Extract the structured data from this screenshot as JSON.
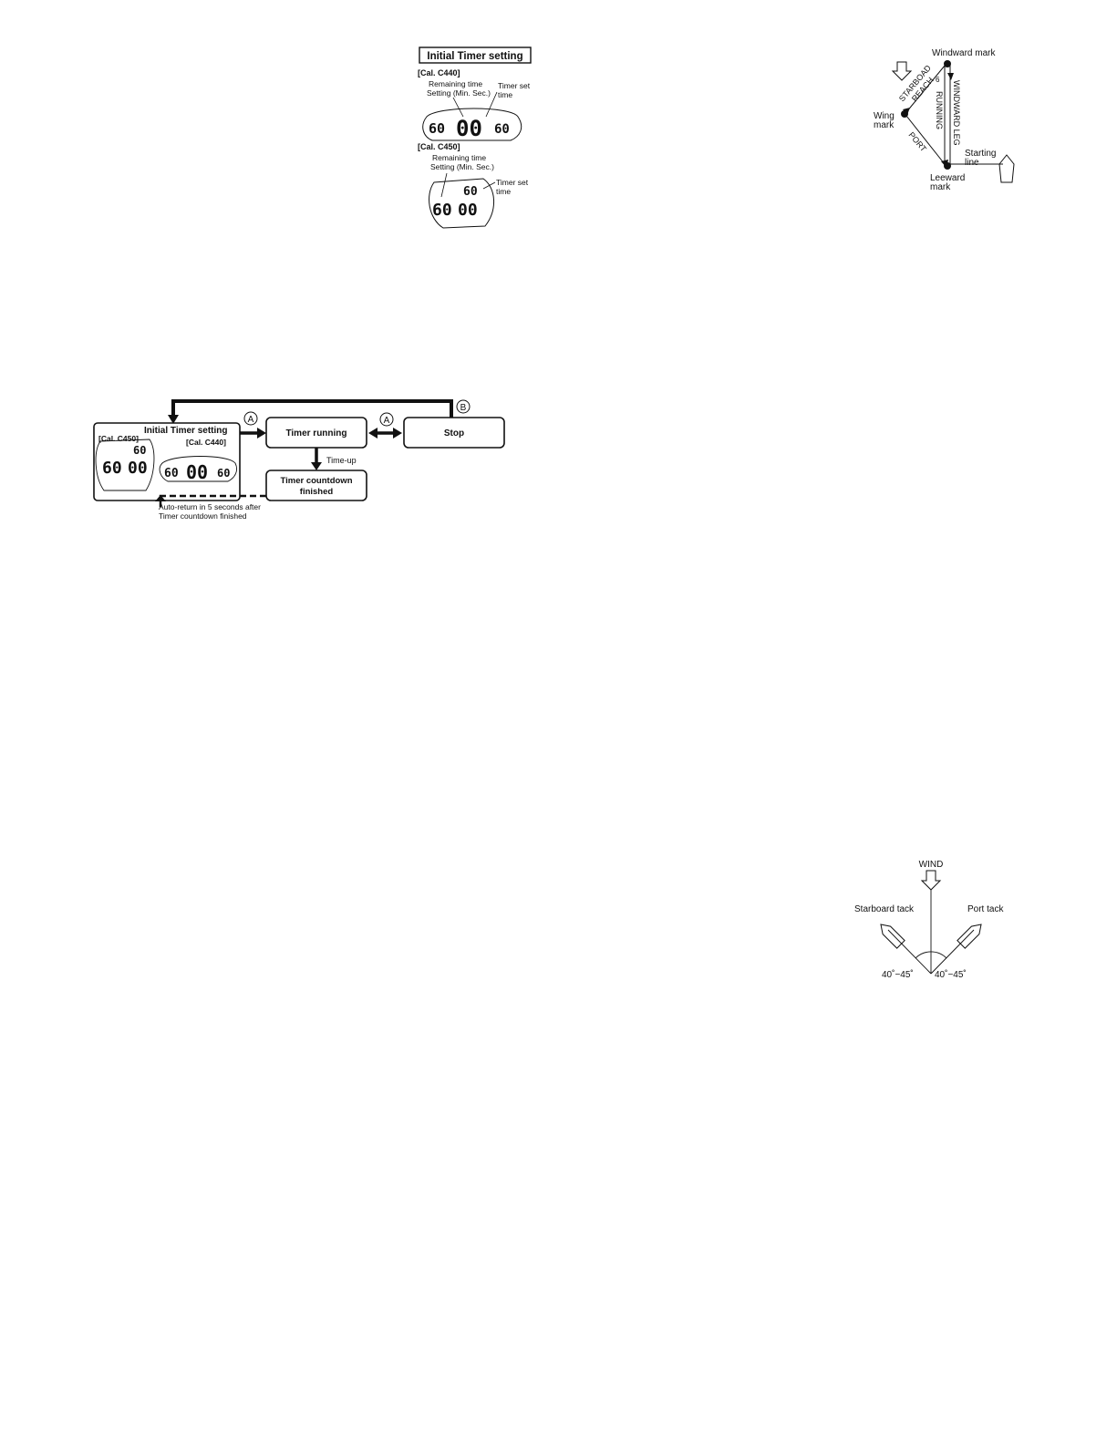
{
  "initial_setting": {
    "title": "Initial Timer setting",
    "c440": {
      "cal_label": "[Cal. C440]",
      "remaining_label_1": "Remaining time",
      "remaining_label_2": "Setting (Min. Sec.)",
      "set_label_1": "Timer set",
      "set_label_2": "time",
      "lcd_left": "60",
      "lcd_mid": "00",
      "lcd_right": "60"
    },
    "c450": {
      "cal_label": "[Cal. C450]",
      "remaining_label_1": "Remaining time",
      "remaining_label_2": "Setting (Min. Sec.)",
      "set_label_1": "Timer set",
      "set_label_2": "time",
      "lcd_top": "60",
      "lcd_min": "60",
      "lcd_sec": "00"
    }
  },
  "flowchart": {
    "setting_box": {
      "title": "Initial Timer setting",
      "c450_label": "[Cal. C450]",
      "c440_label": "[Cal. C440]",
      "c450_top": "60",
      "c450_min": "60",
      "c450_sec": "00",
      "c440_left": "60",
      "c440_mid": "00",
      "c440_right": "60"
    },
    "running_label": "Timer running",
    "stop_label": "Stop",
    "finished_line_1": "Timer countdown",
    "finished_line_2": "finished",
    "button_a": "A",
    "button_b": "B",
    "time_up": "Time-up",
    "auto_return_1": "Auto-return in 5 seconds after",
    "auto_return_2": "Timer countdown finished"
  },
  "course": {
    "windward_mark": "Windward mark",
    "wing_mark_1": "Wing",
    "wing_mark_2": "mark",
    "leeward_mark_1": "Leeward",
    "leeward_mark_2": "mark",
    "starting_line_1": "Starting",
    "starting_line_2": "line",
    "starboard_reach_1": "STARBOAD",
    "starboard_reach_2": "REACH",
    "port": "PORT",
    "running": "RUNNING",
    "windward_leg": "WINDWARD LEG",
    "angle": "6"
  },
  "tack": {
    "wind": "WIND",
    "starboard_tack": "Starboard tack",
    "port_tack": "Port tack",
    "angle_left": "40˚−45˚",
    "angle_right": "40˚−45˚"
  }
}
